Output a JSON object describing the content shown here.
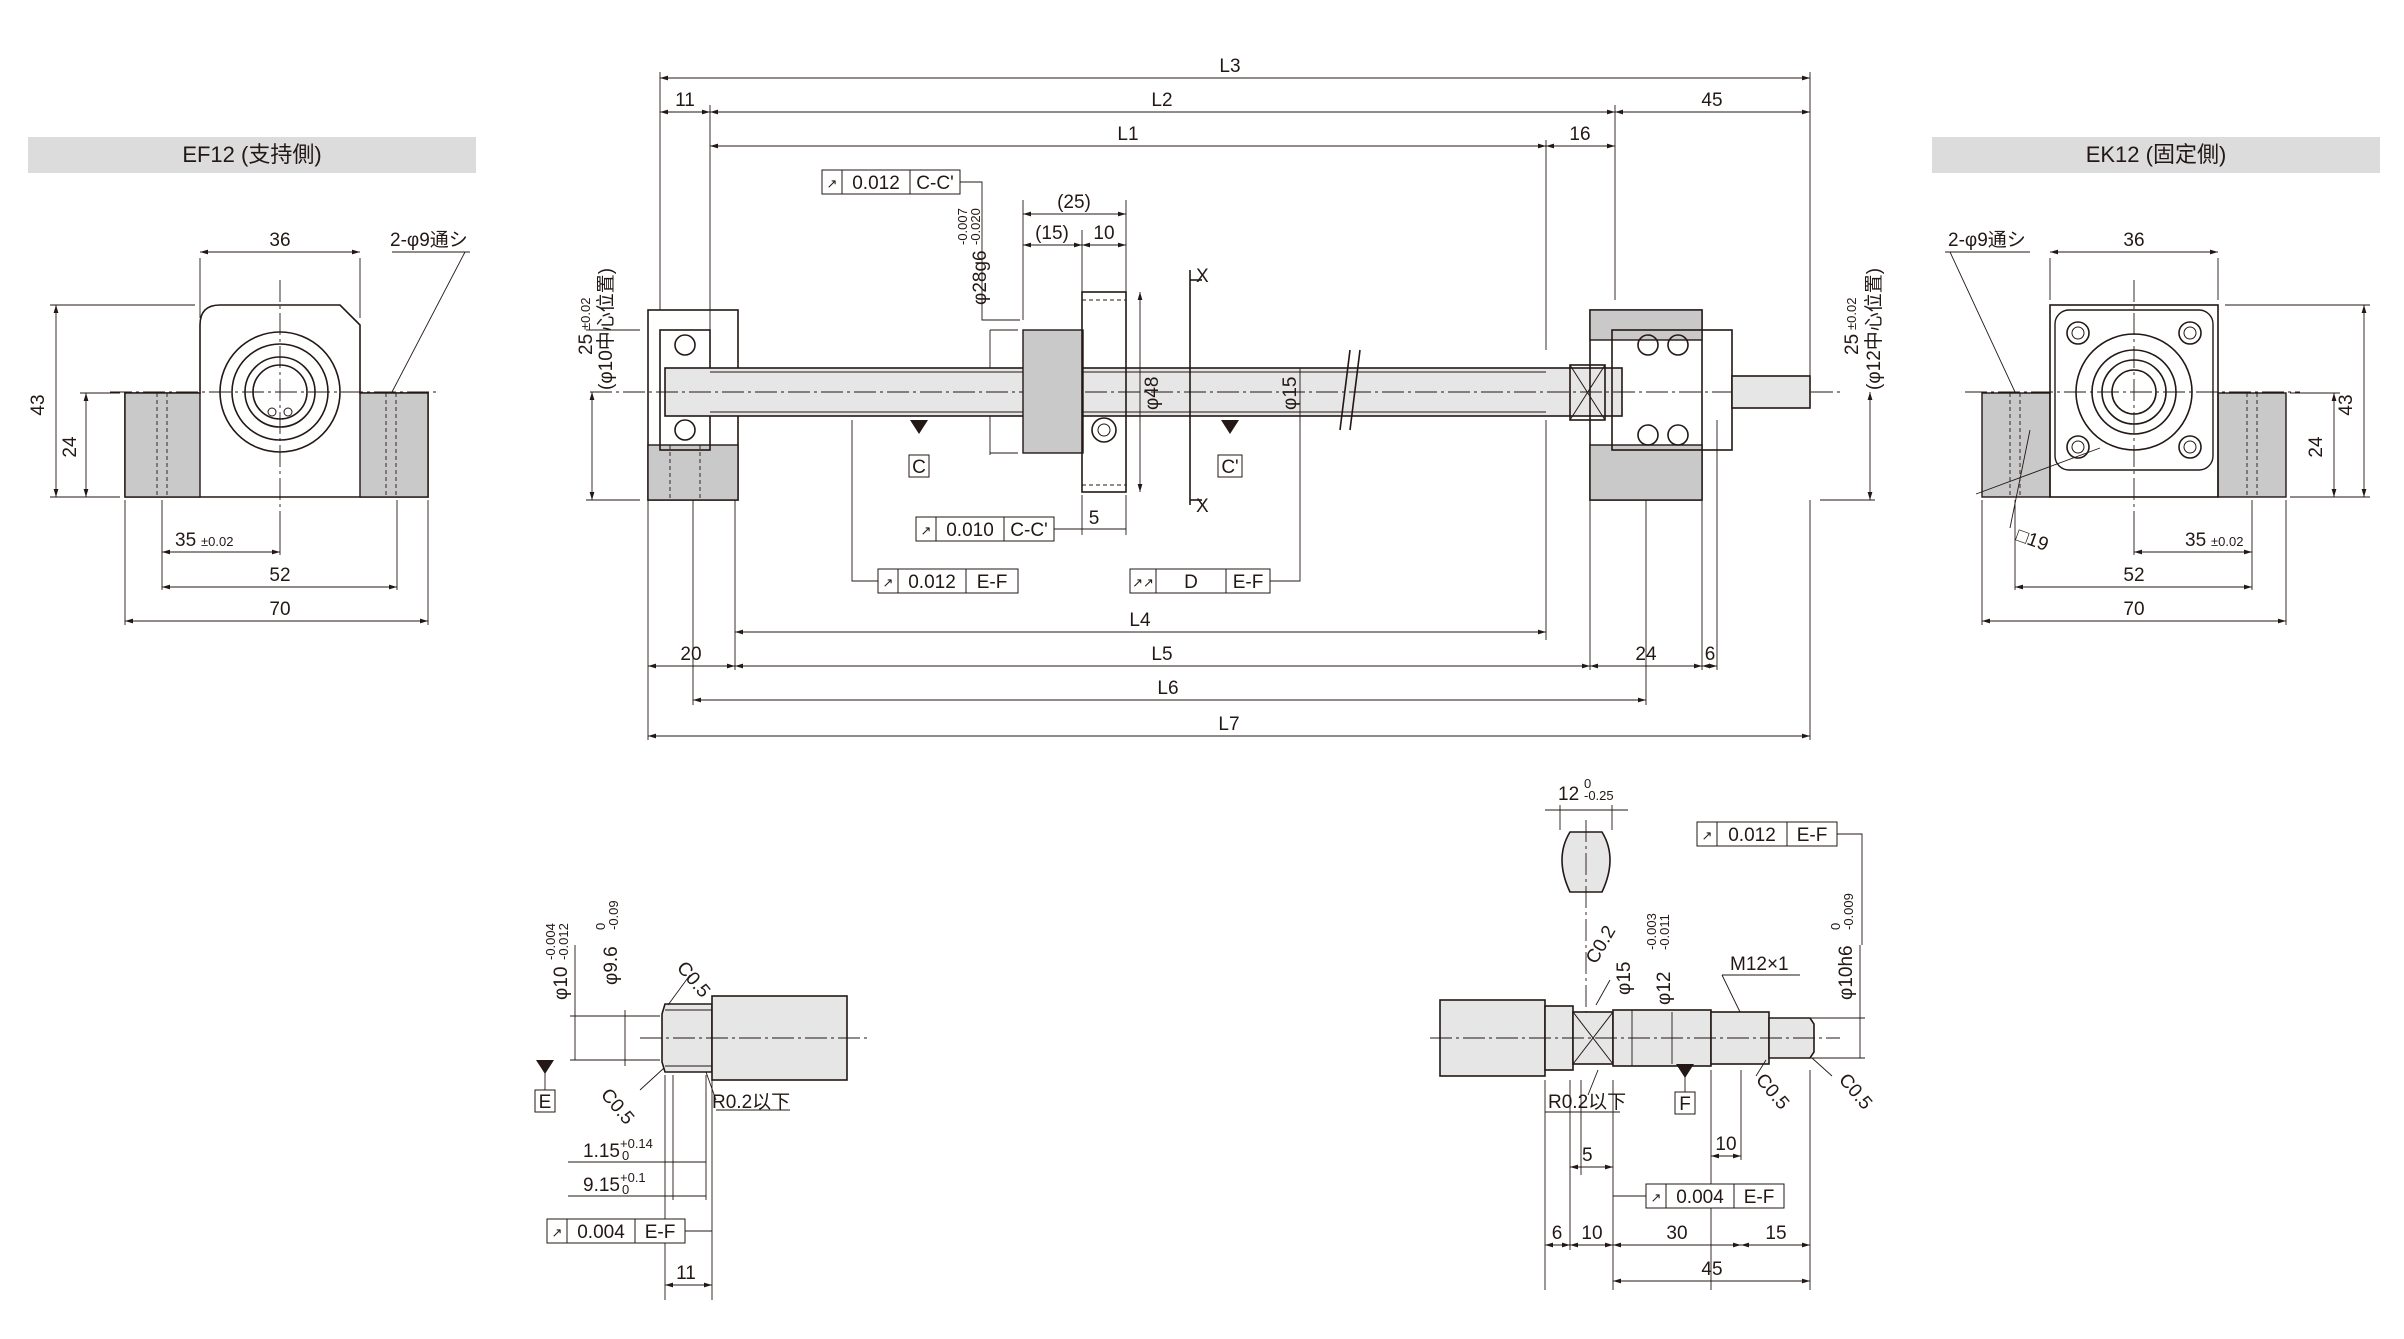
{
  "headers": {
    "ef": "EF12 (支持側)",
    "ek": "EK12 (固定側)"
  },
  "ef_view": {
    "dim_36": "36",
    "dim_43": "43",
    "dim_24": "24",
    "dim_35": "35",
    "tol_35": "±0.02",
    "dim_52": "52",
    "dim_70": "70",
    "holes": "2-φ9通シ"
  },
  "ek_view": {
    "dim_36": "36",
    "dim_43": "43",
    "dim_24": "24",
    "dim_35": "35",
    "tol_35": "±0.02",
    "dim_52": "52",
    "dim_70": "70",
    "holes": "2-φ9通シ",
    "sq": "□19"
  },
  "main": {
    "L3": "L3",
    "L2": "L2",
    "L1": "L1",
    "L4": "L4",
    "L5": "L5",
    "L6": "L6",
    "L7": "L7",
    "d11": "11",
    "d45": "45",
    "d16": "16",
    "d25p": "(25)",
    "d15p": "(15)",
    "d10": "10",
    "d5": "5",
    "d20": "20",
    "d24": "24",
    "d6": "6",
    "phi28": "φ28g6",
    "phi28_tol_up": "-0.007",
    "phi28_tol_lo": "-0.020",
    "phi48": "φ48",
    "phi15": "φ15",
    "left_h": "25",
    "left_h_tol": "±0.02",
    "left_note": "(φ10中心位置)",
    "right_h": "25",
    "right_h_tol": "±0.02",
    "right_note": "(φ12中心位置)",
    "x_label": "X",
    "c_label": "C",
    "cp_label": "C'",
    "fc1_sym": "↗",
    "fc1_val": "0.012",
    "fc1_ref": "C-C'",
    "fc2_sym": "↗",
    "fc2_val": "0.010",
    "fc2_ref": "C-C'",
    "fc3_sym": "↗",
    "fc3_val": "0.012",
    "fc3_ref": "E-F",
    "fc4_sym": "↗↗",
    "fc4_val": "D",
    "fc4_ref": "E-F"
  },
  "detail_left": {
    "phi10": "φ10",
    "phi10_up": "-0.004",
    "phi10_lo": "-0.012",
    "phi96": "φ9.6",
    "phi96_up": "0",
    "phi96_lo": "-0.09",
    "c05a": "C0.5",
    "c05b": "C0.5",
    "r02": "R0.2以下",
    "d115": "1.15",
    "d115_up": "+0.14",
    "d115_lo": "0",
    "d915": "9.15",
    "d915_up": "+0.1",
    "d915_lo": "0",
    "e_label": "E",
    "fc_sym": "↗",
    "fc_val": "0.004",
    "fc_ref": "E-F",
    "d11": "11"
  },
  "detail_right": {
    "d12": "12",
    "d12_up": "0",
    "d12_lo": "-0.25",
    "c02": "C0.2",
    "phi15": "φ15",
    "phi12": "φ12",
    "phi12_up": "-0.003",
    "phi12_lo": "-0.011",
    "m12": "M12×1",
    "phi10h6": "φ10h6",
    "phi10h6_up": "0",
    "phi10h6_lo": "-0.009",
    "c05a": "C0.5",
    "c05b": "C0.5",
    "r02": "R0.2以下",
    "f_label": "F",
    "fc1_sym": "↗",
    "fc1_val": "0.012",
    "fc1_ref": "E-F",
    "fc2_sym": "↗",
    "fc2_val": "0.004",
    "fc2_ref": "E-F",
    "d5": "5",
    "d10": "10",
    "d6": "6",
    "d10b": "10",
    "d30": "30",
    "d15": "15",
    "d45": "45"
  }
}
